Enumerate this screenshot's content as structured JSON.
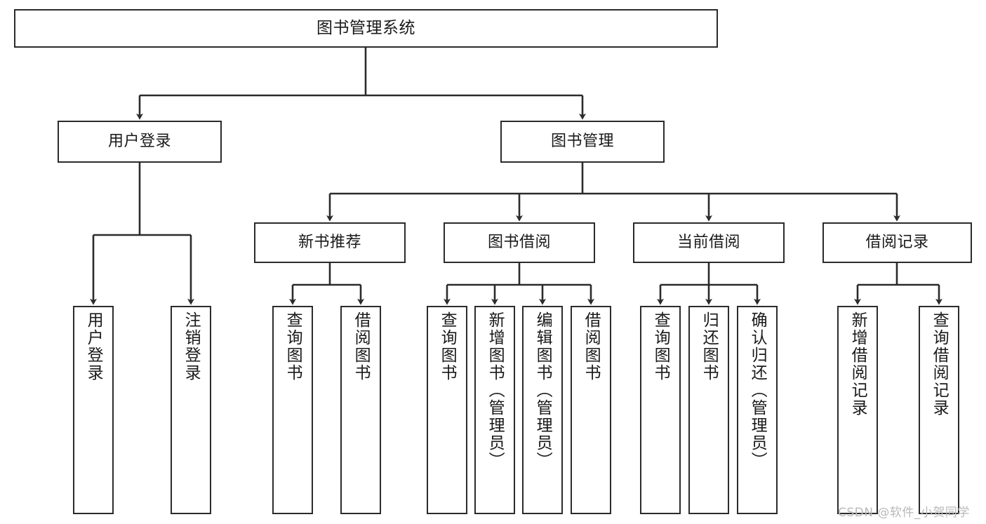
{
  "diagram": {
    "type": "tree",
    "title": "图书管理系统",
    "watermark": "CSDN @软件_小贺同学",
    "colors": {
      "box_border": "#2b2b2b",
      "box_fill": "#ffffff",
      "edge": "#2b2b2b",
      "text": "#1a1a1a",
      "watermark": "#b9b9b9"
    },
    "nodes": {
      "root": {
        "label": "图书管理系统"
      },
      "level1": [
        {
          "label": "用户登录"
        },
        {
          "label": "图书管理"
        }
      ],
      "level2": [
        {
          "label": "新书推荐"
        },
        {
          "label": "图书借阅"
        },
        {
          "label": "当前借阅"
        },
        {
          "label": "借阅记录"
        }
      ],
      "leaves": [
        {
          "label": "用户登录"
        },
        {
          "label": "注销登录"
        },
        {
          "label": "查询图书"
        },
        {
          "label": "借阅图书"
        },
        {
          "label": "查询图书"
        },
        {
          "label": "新增图书（管理员）"
        },
        {
          "label": "编辑图书（管理员）"
        },
        {
          "label": "借阅图书"
        },
        {
          "label": "查询图书"
        },
        {
          "label": "归还图书"
        },
        {
          "label": "确认归还（管理员）"
        },
        {
          "label": "新增借阅记录"
        },
        {
          "label": "查询借阅记录"
        }
      ]
    }
  }
}
